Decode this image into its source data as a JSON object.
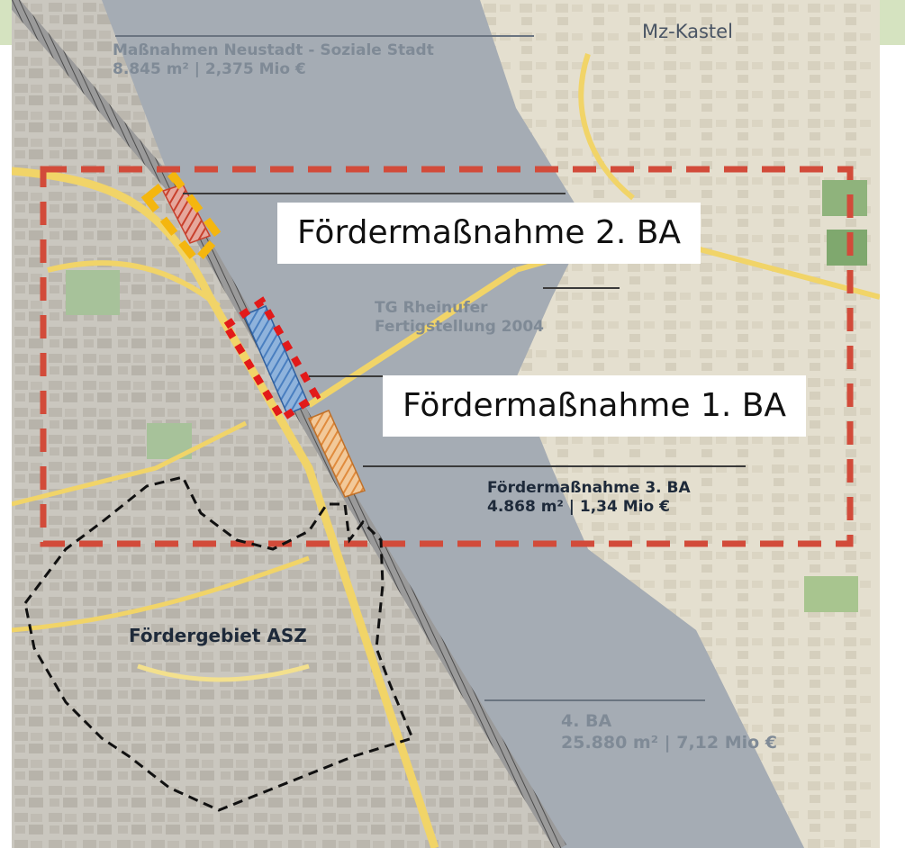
{
  "map": {
    "places": {
      "kastel": "Mz-Kastel"
    },
    "labels": {
      "neustadt_title": "Maßnahmen Neustadt - Soziale Stadt",
      "neustadt_detail": "8.845 m² | 2,375 Mio €",
      "rheinufer_title": "TG Rheinufer",
      "rheinufer_detail": "Fertigstellung 2004",
      "ba3_title": "Fördermaßnahme 3. BA",
      "ba3_detail": "4.868 m² | 1,34 Mio €",
      "ba4_title": "4. BA",
      "ba4_detail": "25.880 m² | 7,12 Mio €",
      "area": "Fördergebiet ASZ"
    },
    "callouts": {
      "ba2": "Fördermaßnahme 2. BA",
      "ba1": "Fördermaßnahme 1. BA"
    },
    "colors": {
      "water": "#a5acb4",
      "land": "#cdcac2",
      "east_bank": "#e6e0cf",
      "road": "#f1d468",
      "focus_frame": "#d24b3a",
      "ba1_hatch": "#4a7fc0",
      "ba2_hatch": "#c8402c",
      "ba3_hatch": "#e08b3d",
      "ba2_marker": "#f4b60f",
      "ba1_marker": "#e21a1a",
      "boundary": "#111111"
    }
  }
}
